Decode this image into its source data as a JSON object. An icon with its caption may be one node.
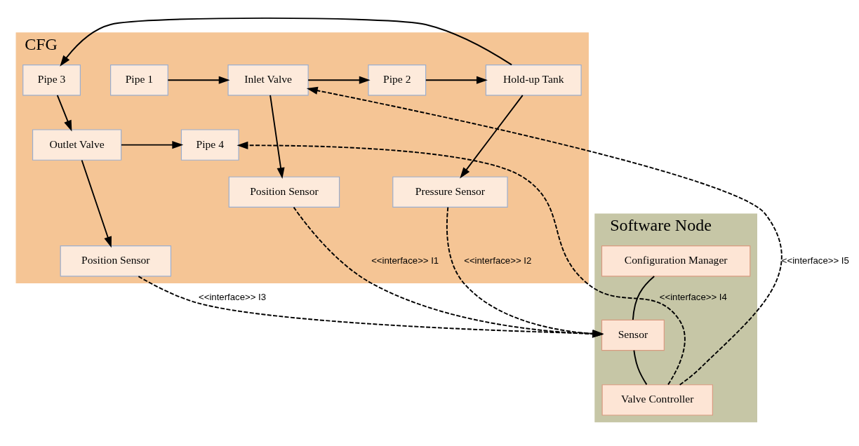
{
  "diagram": {
    "nodes": [
      {
        "text": [
          "CFG"
        ]
      },
      {
        "text": [
          "Pipe 1"
        ],
        "in": 0
      },
      {
        "text": [
          "Inlet Valve"
        ],
        "in": 0
      },
      {
        "text": [
          "Pipe 2"
        ],
        "in": 0
      },
      {
        "text": [
          "Hold-up Tank"
        ],
        "in": 0
      },
      {
        "text": [
          "Pipe 3"
        ],
        "in": 0
      },
      {
        "text": [
          "Position Sensor"
        ],
        "in": 0
      },
      {
        "text": [
          "Pressure Sensor"
        ],
        "in": 0
      },
      {
        "text": [
          "Outlet Valve"
        ],
        "in": 0
      },
      {
        "text": [
          "Pipe 4"
        ],
        "in": 0
      },
      {
        "text": [
          "Position Sensor"
        ],
        "in": 0
      },
      {
        "text": [
          "Software Node"
        ]
      },
      {
        "text": [
          "Configuration Manager"
        ],
        "in": 11
      },
      {
        "text": [
          "Sensor"
        ],
        "in": 11
      },
      {
        "text": [
          "Valve Controller"
        ],
        "in": 11
      }
    ],
    "edges": [
      {
        "from": 1,
        "to": 2,
        "arrow": "to"
      },
      {
        "from": 2,
        "to": 3,
        "arrow": "to"
      },
      {
        "from": 3,
        "to": 4,
        "arrow": "to"
      },
      {
        "from": 4,
        "to": 5,
        "arrow": "to"
      },
      {
        "from": 2,
        "to": 6,
        "arrow": "to"
      },
      {
        "from": 4,
        "to": 7,
        "arrow": "to"
      },
      {
        "from": 5,
        "to": 8,
        "arrow": "to"
      },
      {
        "from": 8,
        "to": 9,
        "arrow": "to"
      },
      {
        "from": 8,
        "to": 10,
        "arrow": "to"
      },
      {
        "from": 6,
        "to": 13,
        "arrow": "to",
        "style": "dashed",
        "label": "<<interface>> I1"
      },
      {
        "from": 7,
        "to": 13,
        "arrow": "to",
        "style": "dashed",
        "label": "<<interface>> I2"
      },
      {
        "from": 10,
        "to": 13,
        "arrow": "to",
        "style": "dashed",
        "label": "<<interface>> I3"
      },
      {
        "from": 14,
        "to": 9,
        "arrow": "to",
        "style": "dashed",
        "label": "<<interface>> I4"
      },
      {
        "from": 14,
        "to": 2,
        "arrow": "to",
        "style": "dashed",
        "label": "<<interface>> I5"
      },
      {
        "from": 12,
        "to": 13,
        "arrow": "none"
      },
      {
        "from": 13,
        "to": 14,
        "arrow": "none"
      }
    ]
  }
}
